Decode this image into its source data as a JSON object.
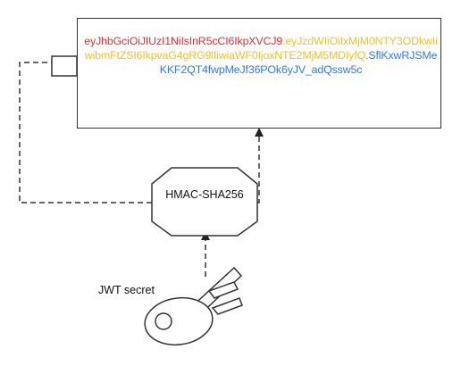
{
  "token": {
    "header": "eyJhbGciOiJIUzI1NiIsInR5cCI6IkpXVCJ9",
    "payload": "eyJzdWIiOiIxMjM0NTY3ODkwIiwibmFtZSI6IkpvaG4gRG9lIiwiaWF0IjoxNTE2MjM5MDIyfQ",
    "signature": "SflKxwRJSMeKKF2QT4fwpMeJf36POk6yJV_adQssw5c",
    "separator": "."
  },
  "hmac": {
    "label": "HMAC-SHA256"
  },
  "key": {
    "label": "JWT secret",
    "icon": "key-icon"
  },
  "colors": {
    "header": "#e8302f",
    "payload": "#f2c12e",
    "signature": "#3478f6",
    "stroke": "#333333"
  }
}
